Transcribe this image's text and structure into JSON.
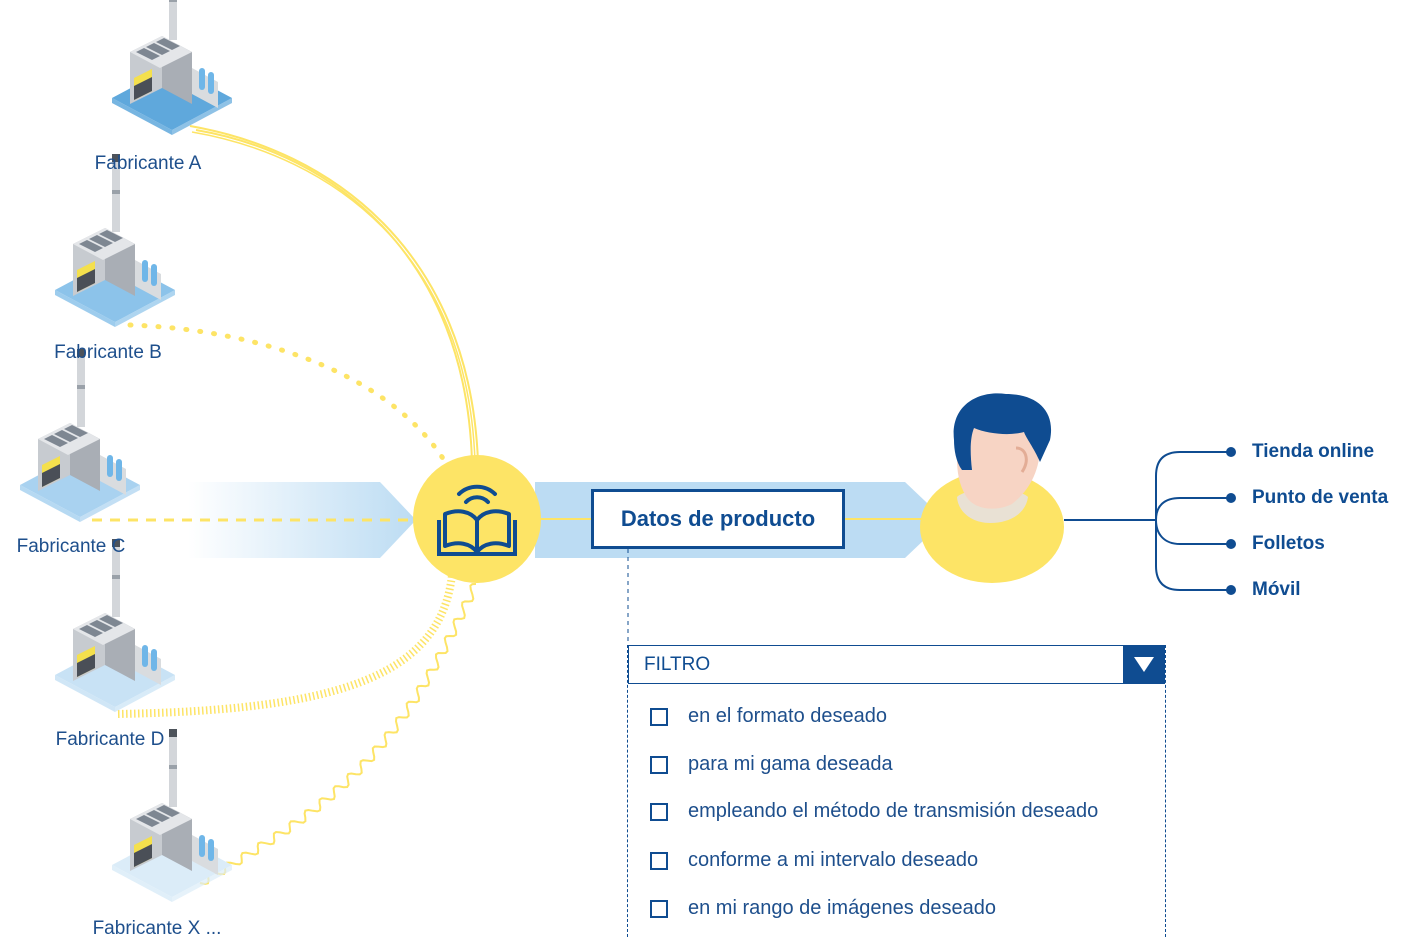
{
  "manufacturers": [
    {
      "label": "Fabricante A",
      "connection": "double-line"
    },
    {
      "label": "Fabricante B",
      "connection": "dotted"
    },
    {
      "label": "Fabricante C",
      "connection": "dashed"
    },
    {
      "label": "Fabricante D",
      "connection": "hatched"
    },
    {
      "label": "Fabricante X ...",
      "connection": "wavy"
    }
  ],
  "hub": {
    "icon": "open-book-broadcast-icon"
  },
  "product_box": {
    "label": "Datos de producto"
  },
  "user": {
    "icon": "person-avatar-icon"
  },
  "channels": [
    "Tienda online",
    "Punto de venta",
    "Folletos",
    "Móvil"
  ],
  "filter": {
    "title": "FILTRO",
    "items": [
      "en el formato deseado",
      "para mi gama deseada",
      "empleando el método de transmisión deseado",
      "conforme a mi intervalo deseado",
      "en mi rango de imágenes deseado"
    ]
  },
  "colors": {
    "primary_blue": "#0f4c91",
    "text_blue": "#1e4f8c",
    "accent_yellow": "#fde466",
    "flow_blue": "#bcdcf3",
    "factory_platform_blue": "#5fa8dc"
  }
}
